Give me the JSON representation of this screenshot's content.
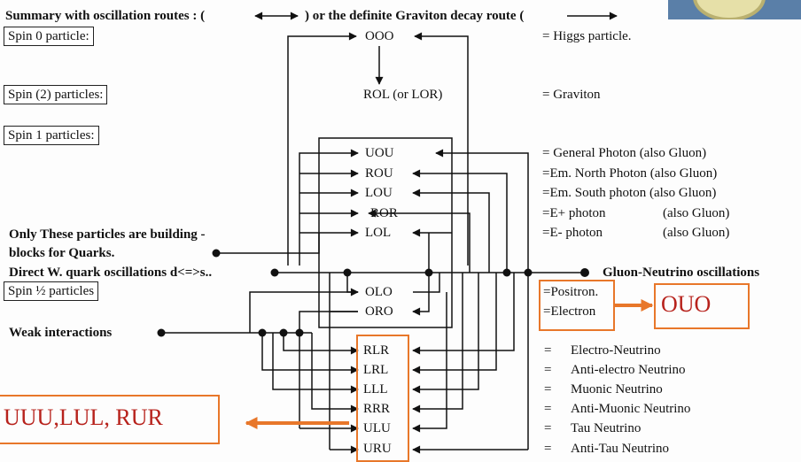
{
  "header": {
    "title_left": "Summary with oscillation routes : (",
    "title_mid": ") or the definite Graviton decay route ("
  },
  "spin_labels": {
    "spin0": "Spin 0 particle:",
    "spin2": "Spin (2) particles:",
    "spin1": "Spin 1 particles:",
    "spin_half": "Spin ½ particles"
  },
  "side_notes": {
    "building_blocks_1": "Only These particles are building -",
    "building_blocks_2": "blocks for Quarks.",
    "direct_w": "Direct W. quark oscillations d<=>s..",
    "weak": "Weak interactions",
    "gluon_neutrino": "Gluon-Neutrino oscillations"
  },
  "codes": {
    "higgs": "OOO",
    "graviton": "ROL (or LOR)",
    "spin1": [
      "UOU",
      "ROU",
      "LOU",
      "ROR",
      "LOL"
    ],
    "leptons": [
      "OLO",
      "ORO"
    ],
    "neutrinos": [
      "RLR",
      "LRL",
      "LLL",
      "RRR",
      "ULU",
      "URU"
    ]
  },
  "meanings": {
    "higgs": "= Higgs particle.",
    "graviton": "= Graviton",
    "spin1": [
      "= General Photon (also Gluon)",
      "=Em. North Photon (also Gluon)",
      "=Em. South photon (also Gluon)",
      "=E+ photon",
      "=E- photon"
    ],
    "spin1_also": [
      "(also Gluon)",
      "(also Gluon)"
    ],
    "leptons": [
      "=Positron.",
      "=Electron"
    ],
    "neutrino_eq": "=",
    "neutrinos": [
      "Electro-Neutrino",
      "Anti-electro Neutrino",
      "Muonic Neutrino",
      "Anti-Muonic Neutrino",
      "Tau Neutrino",
      "Anti-Tau Neutrino"
    ]
  },
  "callouts": {
    "ouo": "OUO",
    "uuu": "UUU,LUL, RUR"
  },
  "colors": {
    "accent_orange": "#e8772a",
    "callout_red": "#b7221c"
  }
}
